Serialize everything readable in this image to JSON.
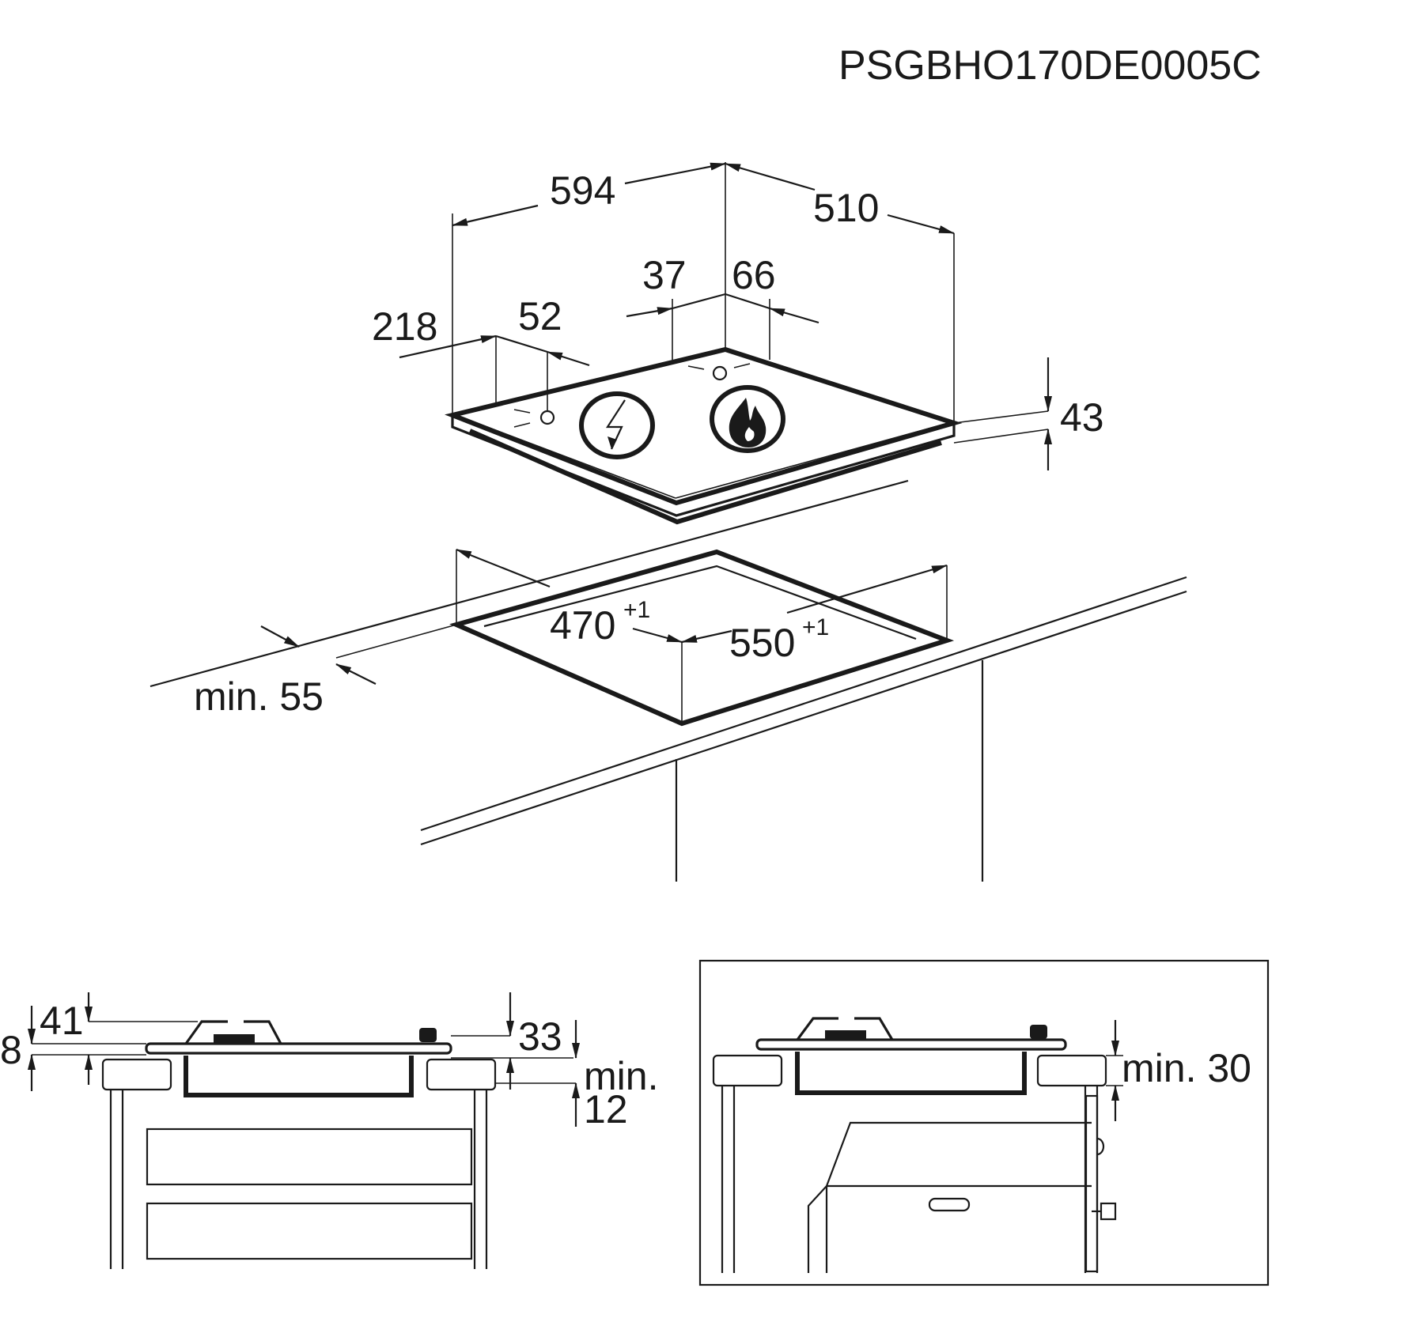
{
  "drawing_code": "PSGBHO170DE0005C",
  "icons": [
    "electric-lightning-icon",
    "gas-flame-icon"
  ],
  "top_view": {
    "width": "594",
    "depth": "510",
    "dim_37": "37",
    "dim_66": "66",
    "dim_218": "218",
    "dim_52": "52",
    "height": "43"
  },
  "cutout": {
    "depth": "470",
    "depth_tol": "+1",
    "width": "550",
    "width_tol": "+1",
    "min_front": "min. 55"
  },
  "section_left": {
    "dim_8": "8",
    "dim_41": "41",
    "dim_33": "33",
    "min_label": "min.",
    "min_value": "12"
  },
  "section_right": {
    "min_clearance": "min. 30"
  }
}
